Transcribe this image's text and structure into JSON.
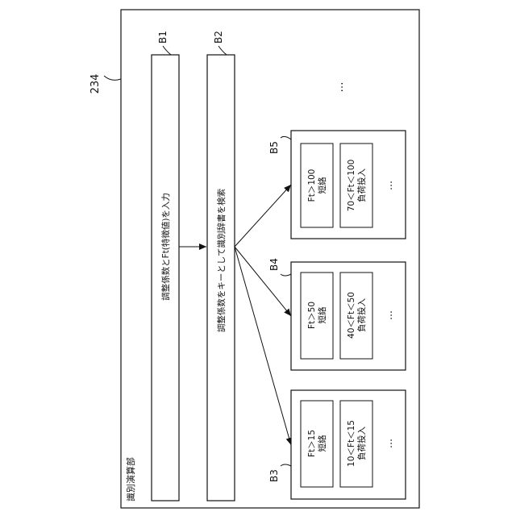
{
  "figure": {
    "ref": "234",
    "section_label": "識別演算部"
  },
  "bars": [
    {
      "id": "B1",
      "text": "調整係数とFt(特徴値)を入力"
    },
    {
      "id": "B2",
      "text": "調整係数をキーとして識別辞書を検索"
    }
  ],
  "groups": [
    {
      "id": "B5",
      "cells": [
        {
          "lines": [
            "Ft＞100",
            "短絡"
          ]
        },
        {
          "lines": [
            "70＜Ft＜100",
            "負荷投入"
          ]
        }
      ],
      "more": "…"
    },
    {
      "id": "B4",
      "cells": [
        {
          "lines": [
            "Ft＞50",
            "短絡"
          ]
        },
        {
          "lines": [
            "40＜Ft＜50",
            "負荷投入"
          ]
        }
      ],
      "more": "…"
    },
    {
      "id": "B3",
      "cells": [
        {
          "lines": [
            "Ft＞15",
            "短絡"
          ]
        },
        {
          "lines": [
            "10＜Ft＜15",
            "負荷投入"
          ]
        }
      ],
      "more": "…"
    }
  ],
  "continuation": "…"
}
